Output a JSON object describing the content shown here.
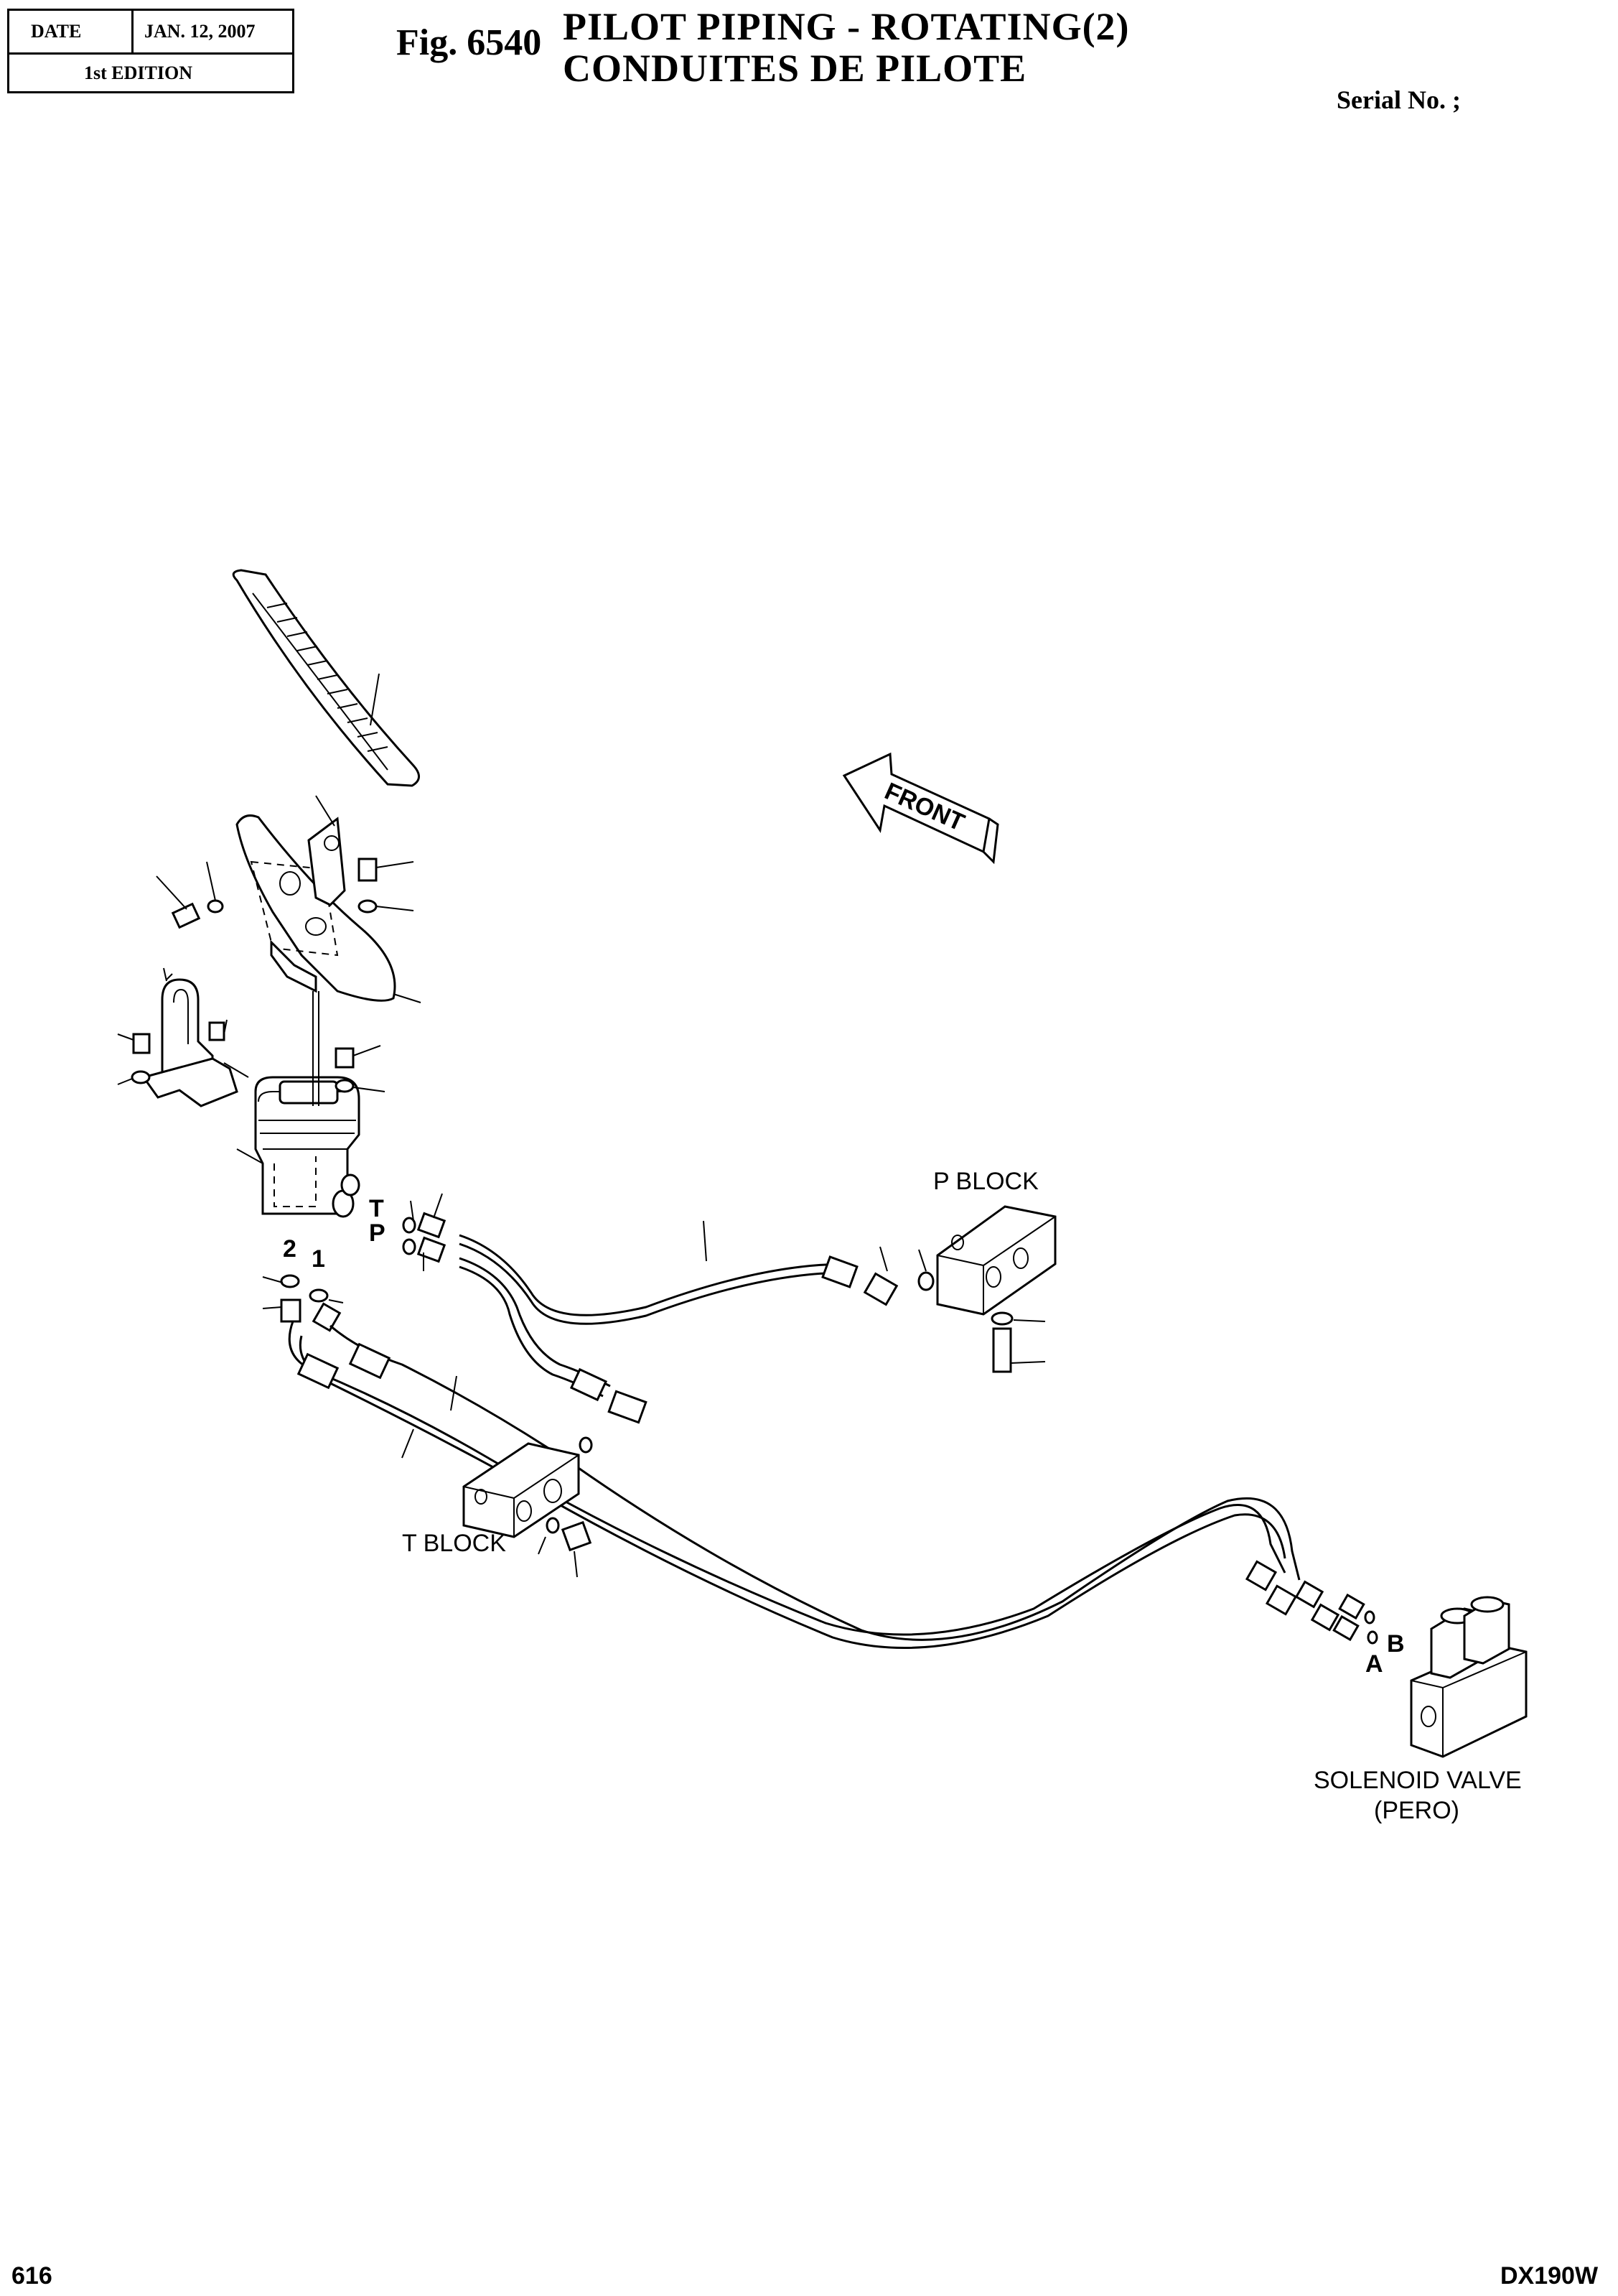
{
  "header": {
    "date_label": "DATE",
    "date_value": "JAN. 12, 2007",
    "edition": "1st EDITION",
    "fig_number": "Fig. 6540",
    "title_line1": "PILOT PIPING - ROTATING(2)",
    "title_line2": "CONDUITES DE PILOTE",
    "serial": "Serial No. ;"
  },
  "labels": {
    "front": "FRONT",
    "p_block": "P BLOCK",
    "t_block": "T BLOCK",
    "port_t": "T",
    "port_p": "P",
    "port_2": "2",
    "port_1": "1",
    "port_b": "B",
    "port_a": "A",
    "solenoid_line1": "SOLENOID VALVE",
    "solenoid_line2": "(PERO)"
  },
  "footer": {
    "page_number": "616",
    "model": "DX190W"
  }
}
